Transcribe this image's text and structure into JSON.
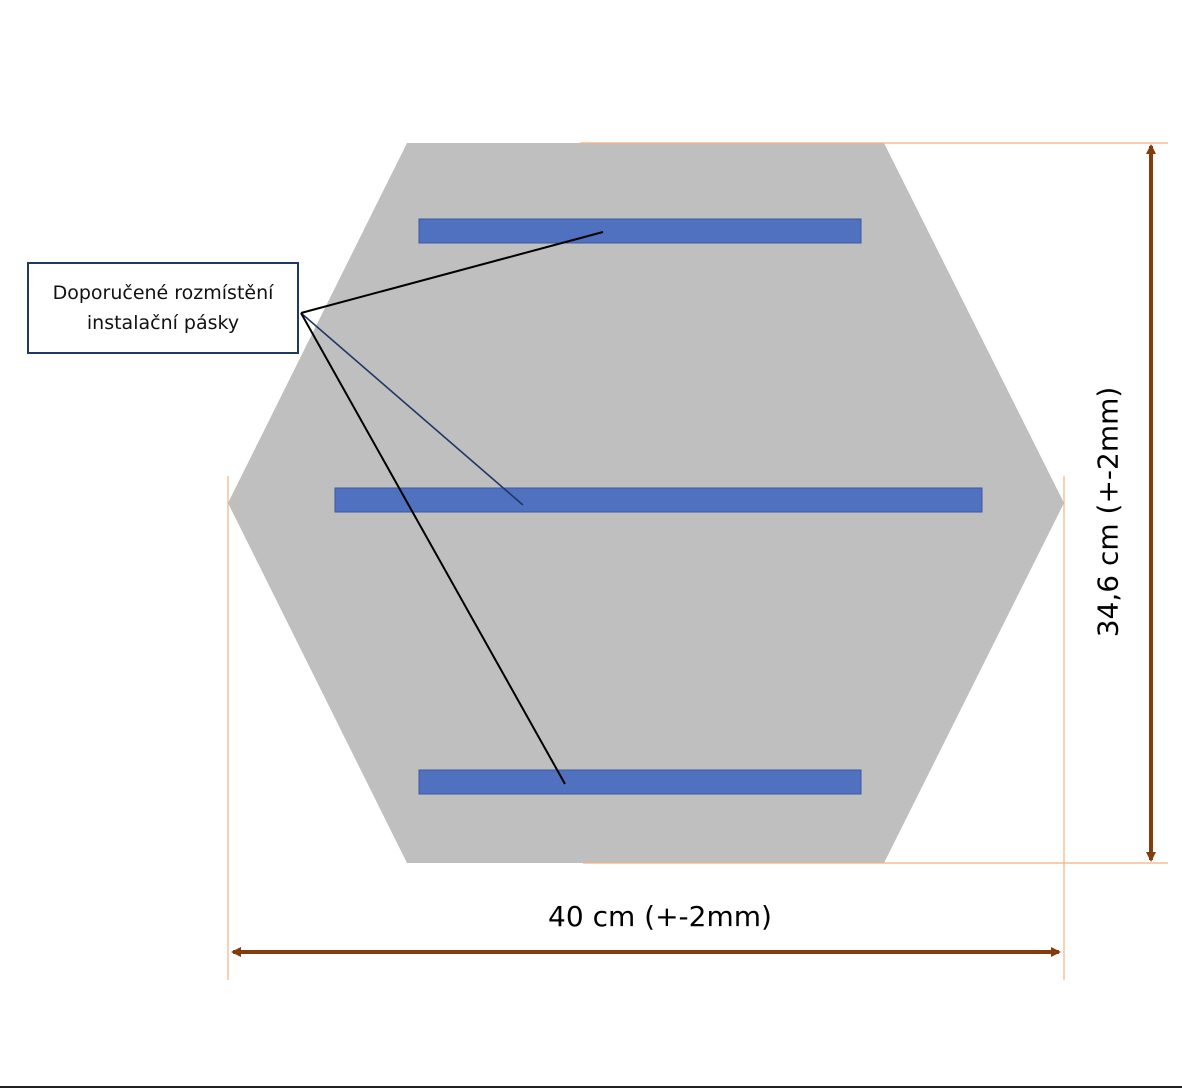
{
  "callout": {
    "line1": "Doporučené rozmístění",
    "line2": "instalační pásky"
  },
  "dimensions": {
    "width": "40 cm (+-2mm)",
    "height": "34,6 cm (+-2mm)"
  },
  "colors": {
    "tile": "#bfbfbf",
    "tape": "#4f71c0",
    "tape_border": "#3a5aa0",
    "dimension_arrow": "#843c0c",
    "extension_line": "#f4b183",
    "leader_line": "#000000",
    "callout_border": "#1f3864"
  }
}
